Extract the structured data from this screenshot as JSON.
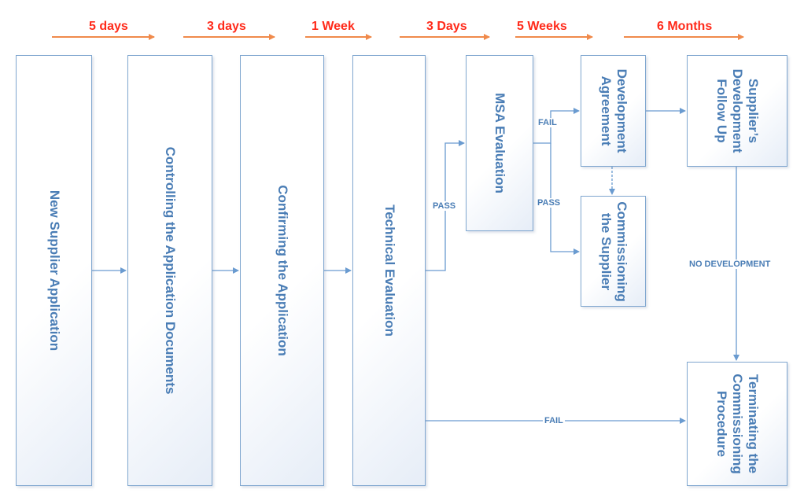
{
  "durations": {
    "d1": "5 days",
    "d2": "3 days",
    "d3": "1 Week",
    "d4": "3 Days",
    "d5": "5 Weeks",
    "d6": "6 Months"
  },
  "steps": {
    "new_supplier": "New Supplier Application",
    "controlling": "Controlling the Application Documents",
    "confirming": "Confirming the Application",
    "technical": "Technical Evaluation",
    "msa": "MSA Evaluation",
    "development": "Development\nAgreement",
    "follow_up": "Supplier’s\nDevelopment\nFollow Up",
    "commissioning": "Commissioning\nthe Supplier",
    "terminating": "Terminating the\nCommissioning\nProcedure"
  },
  "edge_labels": {
    "pass_technical": "PASS",
    "fail_msa": "FAIL",
    "pass_msa": "PASS",
    "no_development": "NO DEVELOPMENT",
    "fail_technical": "FAIL"
  },
  "colors": {
    "box_border": "#7fa6cf",
    "text": "#4a7db5",
    "duration_text": "#ff2a1a",
    "duration_arrow": "#f08a4b",
    "connector": "#6a9bd0"
  }
}
